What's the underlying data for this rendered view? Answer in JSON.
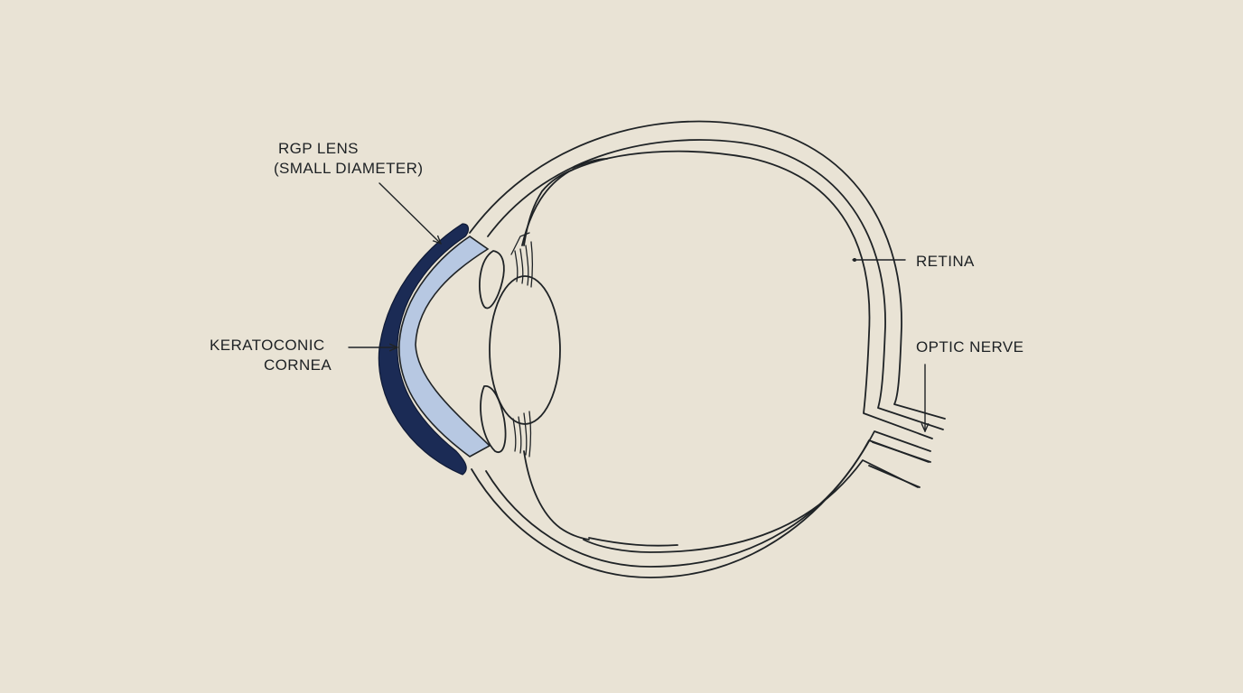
{
  "colors": {
    "background": "#e9e3d5",
    "line": "#1f2326",
    "rgp_lens": "#1b2b55",
    "cornea_fill": "#b7c8e2"
  },
  "labels": {
    "rgp_lens_line1": "RGP LENS",
    "rgp_lens_line2": "(SMALL DIAMETER)",
    "keratoconic_line1": "KERATOCONIC",
    "keratoconic_line2": "CORNEA",
    "retina": "RETINA",
    "optic_nerve": "OPTIC NERVE"
  }
}
